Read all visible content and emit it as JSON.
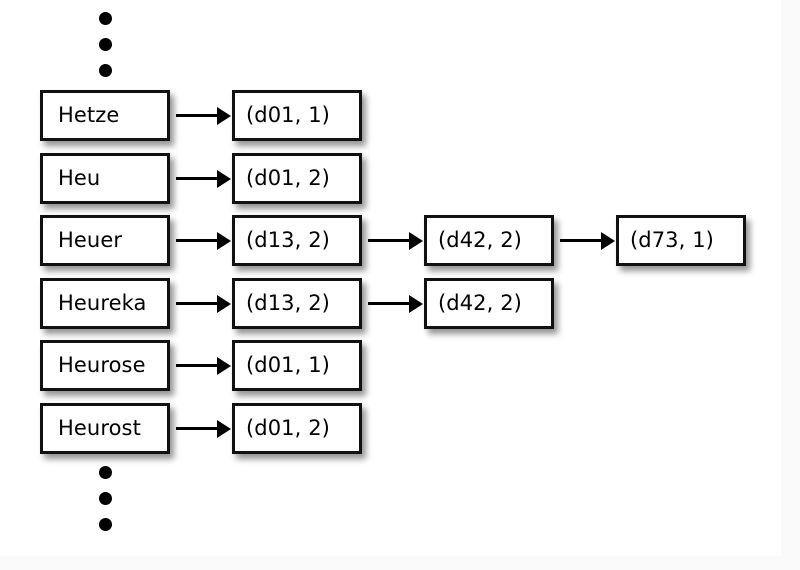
{
  "figure": {
    "kind": "inverted-index-diagram",
    "background_color": "#ffffff",
    "page_color": "#fafafa",
    "box_fill": "#ffffff",
    "box_border_color": "#111111",
    "text_color": "#000000",
    "arrow_color": "#000000"
  },
  "dictionary_column": {
    "label": "dictionary-terms",
    "terms": [
      {
        "text": "Hetze"
      },
      {
        "text": "Heu"
      },
      {
        "text": "Heuer"
      },
      {
        "text": "Heureka"
      },
      {
        "text": "Heurose"
      },
      {
        "text": "Heurost"
      }
    ]
  },
  "postings_column": {
    "label": "first-postings",
    "entries": [
      {
        "text": "(d01, 1)"
      },
      {
        "text": "(d01, 2)"
      },
      {
        "text": "(d13, 2)"
      },
      {
        "text": "(d13, 2)"
      },
      {
        "text": "(d01, 1)"
      },
      {
        "text": "(d01, 2)"
      }
    ]
  },
  "postings_column_2": {
    "label": "second-postings",
    "entries": [
      {
        "text": "(d42, 2)"
      },
      {
        "text": "(d42, 2)"
      }
    ]
  },
  "postings_column_3": {
    "label": "third-postings",
    "entries": [
      {
        "text": "(d73, 1)"
      }
    ]
  },
  "ellipsis": {
    "top_dots": 3,
    "bottom_dots": 3,
    "glyph": "●"
  }
}
